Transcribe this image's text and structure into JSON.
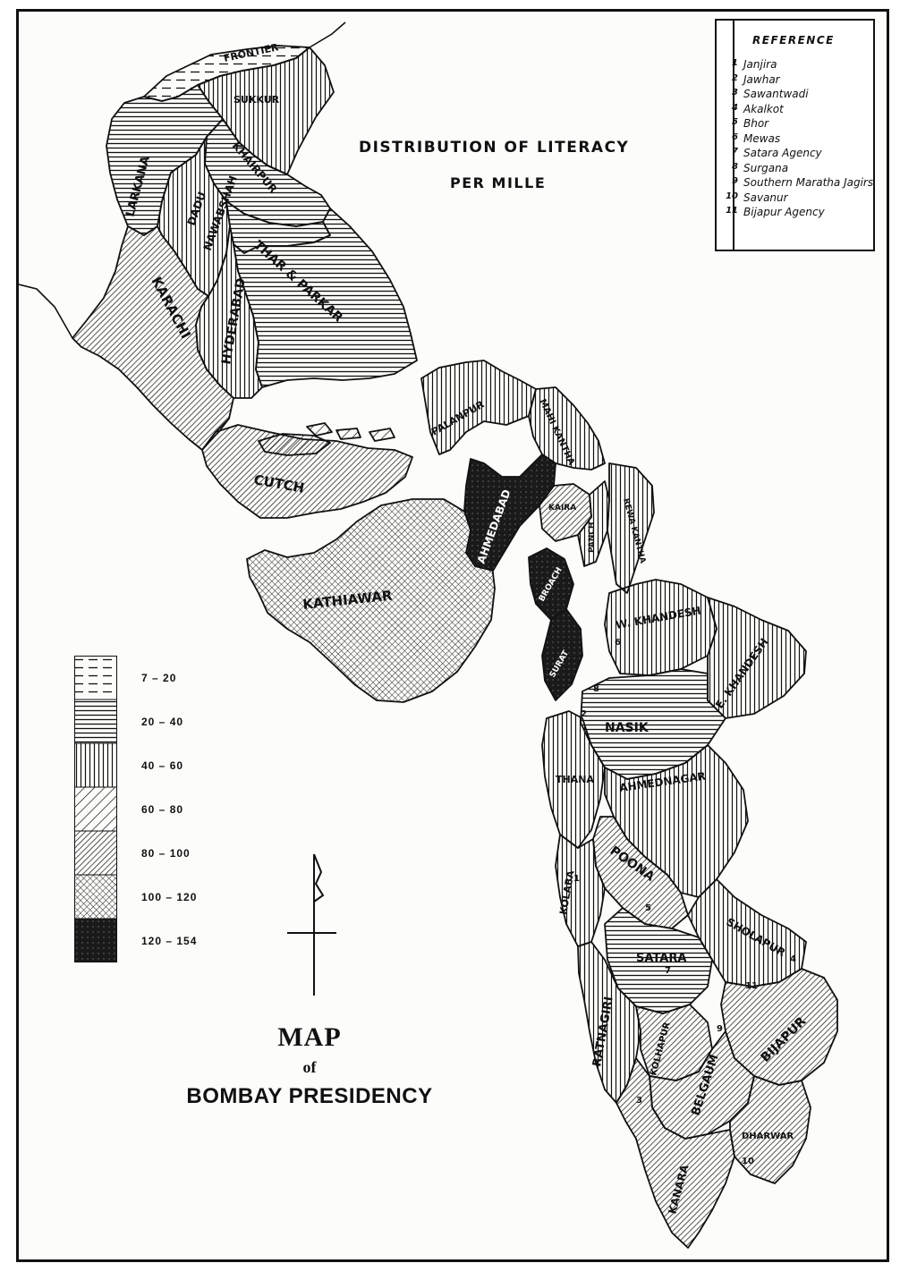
{
  "title": {
    "line1": "DISTRIBUTION OF LITERACY",
    "line2": "PER MILLE"
  },
  "map_title": {
    "line1": "MAP",
    "line2": "of",
    "line3": "BOMBAY PRESIDENCY"
  },
  "reference": {
    "heading": "REFERENCE",
    "items": [
      {
        "num": "1",
        "name": "Janjira"
      },
      {
        "num": "2",
        "name": "Jawhar"
      },
      {
        "num": "3",
        "name": "Sawantwadi"
      },
      {
        "num": "4",
        "name": "Akalkot"
      },
      {
        "num": "5",
        "name": "Bhor"
      },
      {
        "num": "6",
        "name": "Mewas"
      },
      {
        "num": "7",
        "name": "Satara Agency"
      },
      {
        "num": "8",
        "name": "Surgana"
      },
      {
        "num": "9",
        "name": "Southern Maratha Jagirs"
      },
      {
        "num": "10",
        "name": "Savanur"
      },
      {
        "num": "11",
        "name": "Bijapur Agency"
      }
    ]
  },
  "legend": [
    {
      "label": "7 – 20",
      "pattern": "dashed-horizontal"
    },
    {
      "label": "20 – 40",
      "pattern": "horizontal"
    },
    {
      "label": "40 – 60",
      "pattern": "vertical"
    },
    {
      "label": "60 – 80",
      "pattern": "diagonal-sparse"
    },
    {
      "label": "80 – 100",
      "pattern": "diagonal-dense"
    },
    {
      "label": "100 – 120",
      "pattern": "cross-hatch"
    },
    {
      "label": "120 – 154",
      "pattern": "solid-black"
    }
  ],
  "regions": [
    {
      "name": "FRONTIER",
      "class": "7 – 20"
    },
    {
      "name": "SUKKUR",
      "class": "40 – 60"
    },
    {
      "name": "LARKANA",
      "class": "20 – 40"
    },
    {
      "name": "KHAIRPUR",
      "class": "20 – 40"
    },
    {
      "name": "DADU",
      "class": "40 – 60"
    },
    {
      "name": "NAWABSHAH",
      "class": "20 – 40"
    },
    {
      "name": "THAR & PARKAR",
      "class": "20 – 40"
    },
    {
      "name": "HYDERABAD",
      "class": "40 – 60"
    },
    {
      "name": "KARACHI",
      "class": "80 – 100"
    },
    {
      "name": "CUTCH",
      "class": "80 – 100"
    },
    {
      "name": "PALANPUR",
      "class": "40 – 60"
    },
    {
      "name": "MAHI KANTHA",
      "class": "40 – 60"
    },
    {
      "name": "AHMEDABAD",
      "class": "120 – 154"
    },
    {
      "name": "KAIRA",
      "class": "80 – 100"
    },
    {
      "name": "PANCH",
      "class": "40 – 60"
    },
    {
      "name": "REWA KANTHA",
      "class": "40 – 60"
    },
    {
      "name": "BROACH",
      "class": "120 – 154"
    },
    {
      "name": "SURAT",
      "class": "120 – 154"
    },
    {
      "name": "KATHIAWAR",
      "class": "100 – 120"
    },
    {
      "name": "W. KHANDESH",
      "class": "40 – 60"
    },
    {
      "name": "E. KHANDESH",
      "class": "40 – 60"
    },
    {
      "name": "NASIK",
      "class": "20 – 40"
    },
    {
      "name": "THANA",
      "class": "40 – 60"
    },
    {
      "name": "AHMEDNAGAR",
      "class": "40 – 60"
    },
    {
      "name": "POONA",
      "class": "80 – 100"
    },
    {
      "name": "KOLABA",
      "class": "40 – 60"
    },
    {
      "name": "SATARA",
      "class": "20 – 40"
    },
    {
      "name": "SHOLAPUR",
      "class": "40 – 60"
    },
    {
      "name": "RATNAGIRI",
      "class": "40 – 60"
    },
    {
      "name": "KOLHAPUR",
      "class": "80 – 100"
    },
    {
      "name": "BELGAUM",
      "class": "80 – 100"
    },
    {
      "name": "BIJAPUR",
      "class": "80 – 100"
    },
    {
      "name": "DHARWAR",
      "class": "80 – 100"
    },
    {
      "name": "KANARA",
      "class": "80 – 100"
    }
  ],
  "small_numbers": [
    "1",
    "2",
    "3",
    "4",
    "5",
    "6",
    "7",
    "8",
    "9",
    "10",
    "11"
  ],
  "colors": {
    "ink": "#111111",
    "paper": "#fcfcfa"
  },
  "north_arrow": "north-arrow-icon"
}
